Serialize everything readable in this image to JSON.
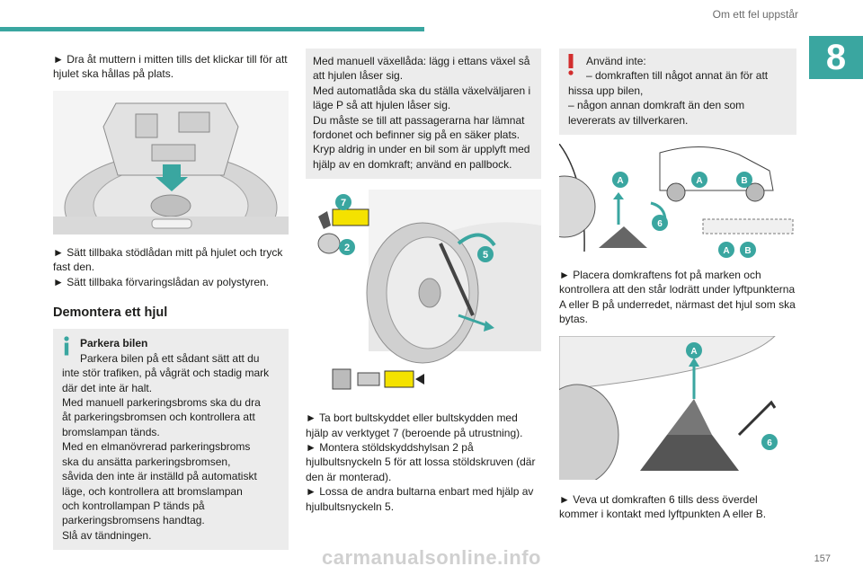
{
  "header": {
    "section_title": "Om ett fel uppstår",
    "chapter_number": "8",
    "accent_color": "#3aa6a0"
  },
  "page_number": "157",
  "watermark": "carmanualsonline.info",
  "col1": {
    "step_push_nut": "► Dra åt muttern i mitten tills det klickar till för att hjulet ska hållas på plats.",
    "step_refit_box": "► Sätt tillbaka stödlådan mitt på hjulet och tryck fast den.",
    "step_refit_polystyrene": "► Sätt tillbaka förvaringslådan av polystyren.",
    "heading": "Demontera ett hjul",
    "info_title": "Parkera bilen",
    "info_lines": [
      "Parkera bilen på ett sådant sätt att du",
      "inte stör trafiken, på vågrät och stadig mark",
      "där det inte är halt.",
      "Med manuell parkeringsbroms ska du dra",
      "åt parkeringsbromsen och kontrollera att",
      "bromslampan tänds.",
      "Med en elmanövrerad parkeringsbroms",
      "ska du ansätta parkeringsbromsen,",
      "såvida den inte är inställd på automatiskt",
      "läge, och kontrollera att bromslampan",
      "och kontrollampan P tänds på",
      "parkeringsbromsens handtag.",
      "Slå av tändningen."
    ]
  },
  "col2": {
    "box_lines": [
      "Med manuell växellåda: lägg i ettans växel så",
      "att hjulen låser sig.",
      "Med automatlåda ska du ställa växelväljaren i",
      "läge P så att hjulen låser sig.",
      "Du måste se till att passagerarna har lämnat",
      "fordonet och befinner sig på en säker plats.",
      "Kryp aldrig in under en bil som är upplyft med",
      "hjälp av en domkraft; använd en pallbock."
    ],
    "callout_7": "7",
    "callout_2": "2",
    "callout_5": "5",
    "step_remove_cap": "► Ta bort bultskyddet eller bultskydden med hjälp av verktyget 7 (beroende på utrustning).",
    "step_antitheft": "► Montera stöldskyddshylsan 2 på hjulbultsnyckeln 5 för att lossa stöldskruven (där den är monterad).",
    "step_loosen": "► Lossa de andra bultarna enbart med hjälp av hjulbultsnyckeln 5."
  },
  "col3": {
    "warn_lines": [
      "Använd inte:",
      "– domkraften till något annat än för att",
      "hissa upp bilen,",
      "– någon annan domkraft än den som",
      "levererats av tillverkaren."
    ],
    "label_A": "A",
    "label_B": "B",
    "label_6": "6",
    "step_place_jack": "► Placera domkraftens fot på marken och kontrollera att den står lodrätt under lyftpunkterna A eller B på underredet, närmast det hjul som ska bytas.",
    "step_extend_jack": "► Veva ut domkraften 6 tills dess överdel kommer i kontakt med lyftpunkten A eller B."
  }
}
